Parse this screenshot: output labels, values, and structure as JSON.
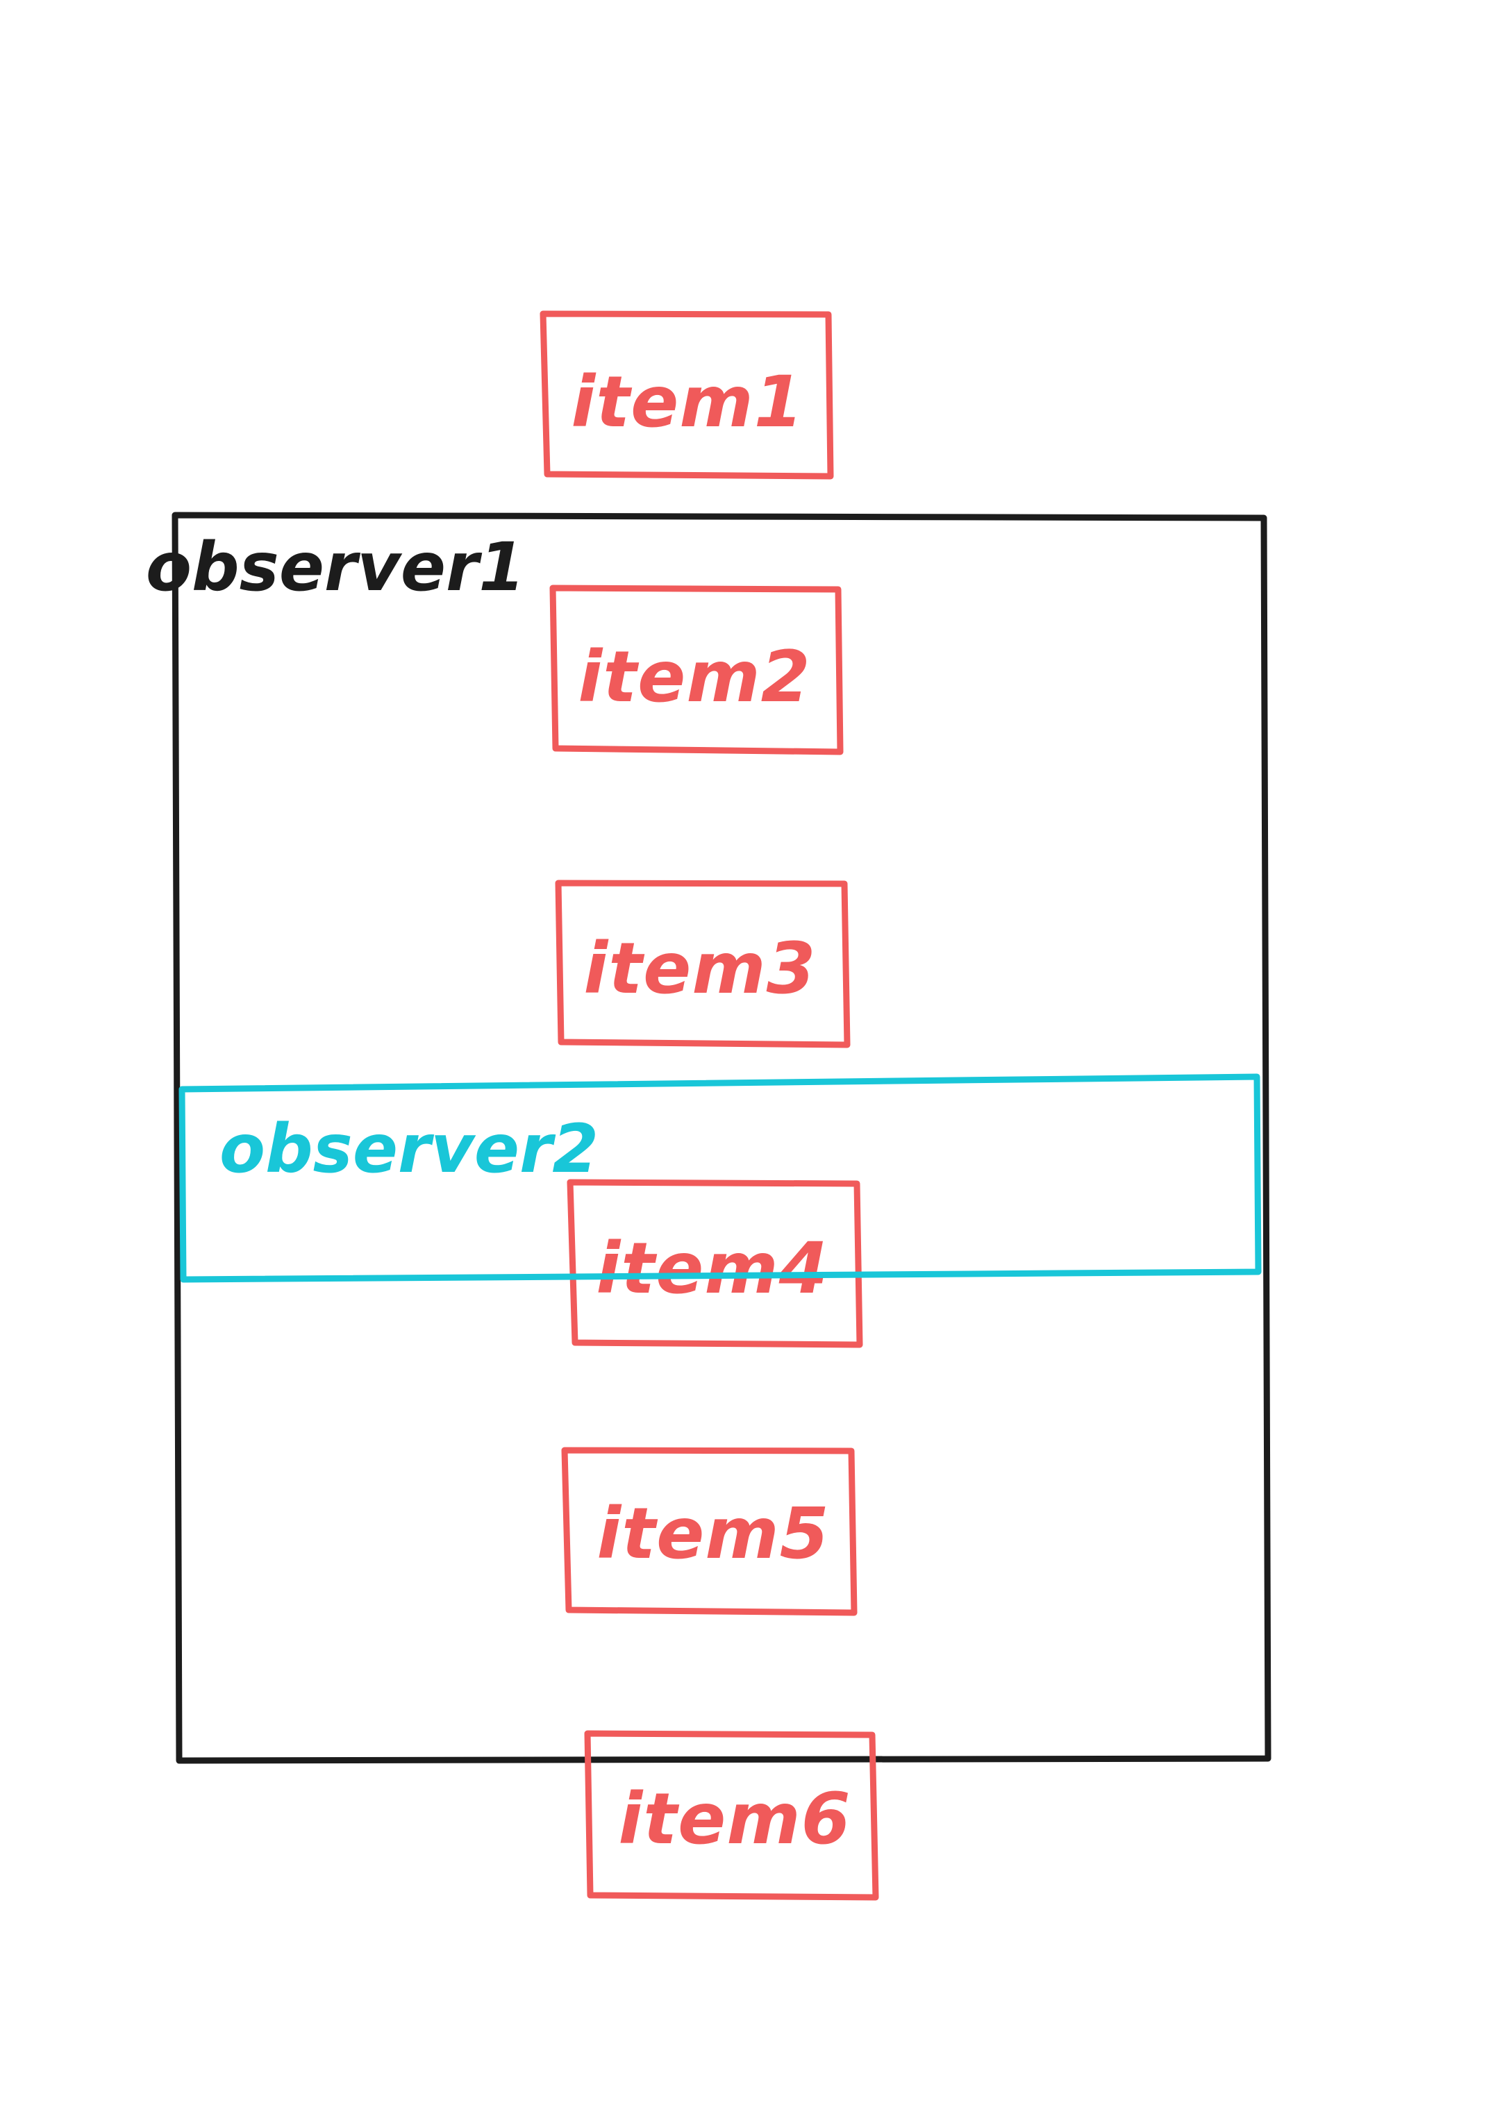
{
  "colors": {
    "background": "#ffffff",
    "observer1": "#1c1c1c",
    "observer2": "#19c6d8",
    "item": "#f05a5a"
  },
  "observers": {
    "observer1": {
      "label": "observer1"
    },
    "observer2": {
      "label": "observer2"
    }
  },
  "items": [
    {
      "label": "item1"
    },
    {
      "label": "item2"
    },
    {
      "label": "item3"
    },
    {
      "label": "item4"
    },
    {
      "label": "item5"
    },
    {
      "label": "item6"
    }
  ]
}
